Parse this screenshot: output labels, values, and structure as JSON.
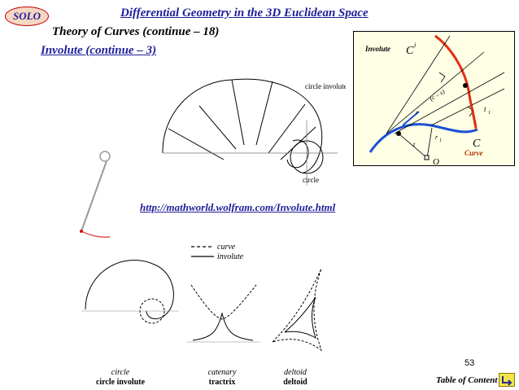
{
  "header": {
    "logo_text": "SOLO",
    "title": "Differential Geometry in the 3D Euclidean Space",
    "subtitle": "Theory of Curves (continue – 18)",
    "section": "Involute (continue – 3)"
  },
  "main_figure": {
    "label_circle_involute": "circle involute",
    "label_circle": "circle"
  },
  "box_figure": {
    "label_involute": "Involute",
    "label_ci": "C",
    "label_ci_sup": "i",
    "label_c": "C",
    "label_curve": "Curve",
    "label_o": "O",
    "label_cs": "(c – s)",
    "label_r": "r",
    "label_r1": "r",
    "label_r1_sub": "1",
    "label_t": "t",
    "label_t1": "t",
    "label_t1_sub": "1"
  },
  "link": {
    "url": "http://mathworld.wolfram.com/Involute.html"
  },
  "bottom_figure": {
    "legend_curve": "curve",
    "legend_involute": "involute",
    "captions": [
      {
        "name": "circle",
        "involute": "circle involute"
      },
      {
        "name": "catenary",
        "involute": "tractrix"
      },
      {
        "name": "deltoid",
        "involute": "deltoid"
      }
    ]
  },
  "footer": {
    "page_number": "53",
    "toc_label": "Table of Content"
  },
  "colors": {
    "accent": "#1f1f99",
    "logo_border": "#c00000",
    "curve_blue": "#1a4fd6",
    "involute_red": "#e03010"
  }
}
